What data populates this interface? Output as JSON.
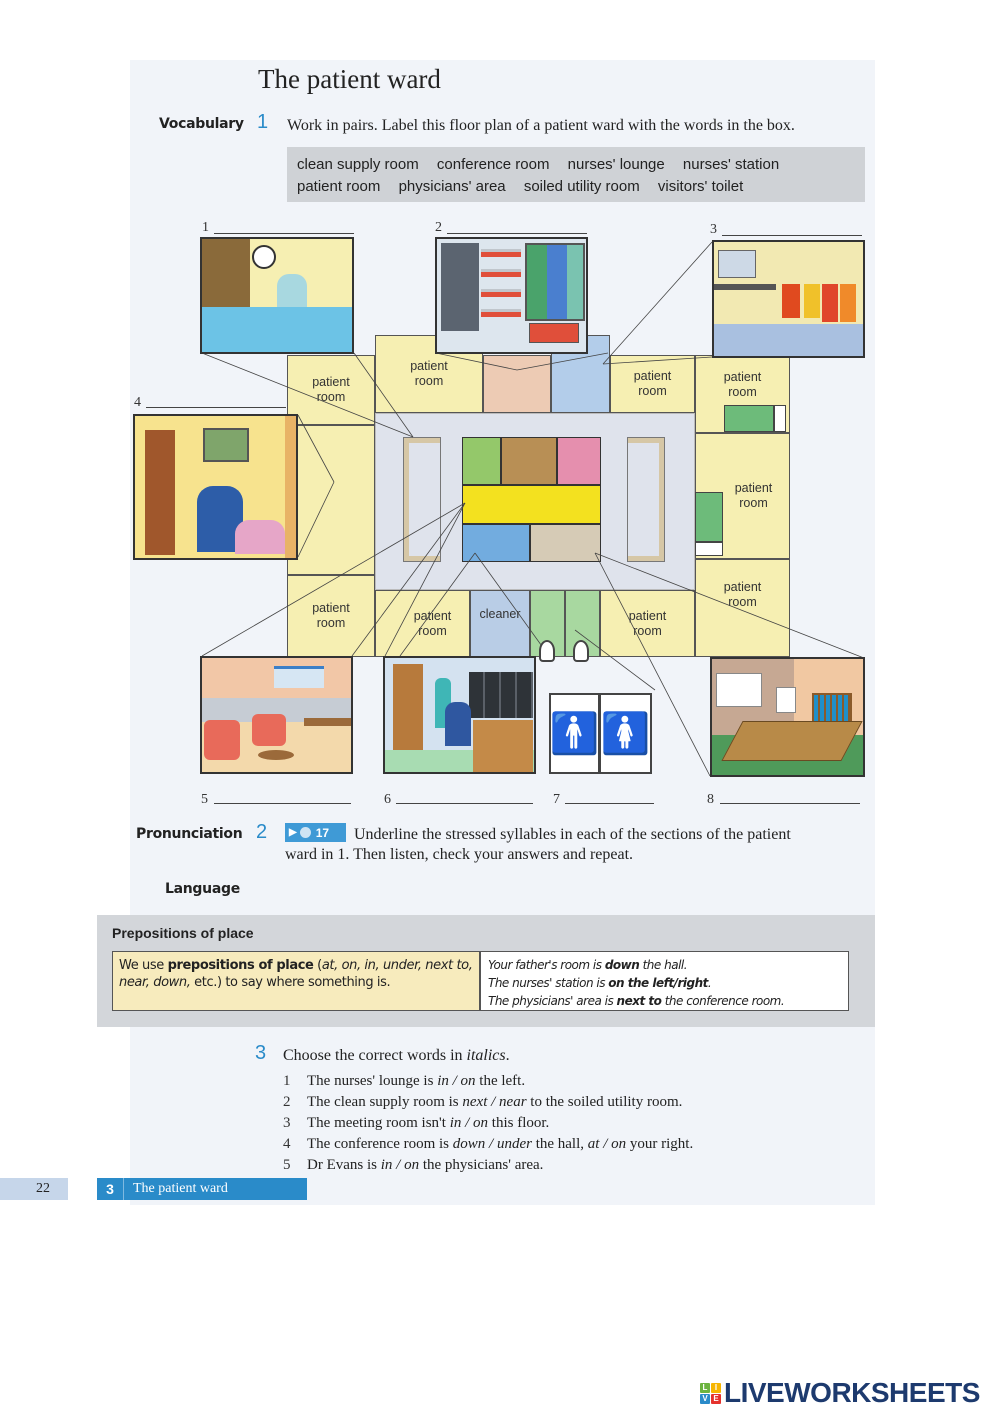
{
  "page": {
    "title": "The patient ward",
    "page_number": "22",
    "unit_number": "3",
    "unit_title": "The patient ward"
  },
  "exercise1": {
    "section": "Vocabulary",
    "number": "1",
    "instruction": "Work in pairs. Label this floor plan of a patient ward with the words in the box.",
    "word_box": [
      "clean supply room",
      "conference room",
      "nurses' lounge",
      "nurses' station",
      "patient room",
      "physicians' area",
      "soiled utility room",
      "visitors' toilet"
    ],
    "picture_labels": [
      "1",
      "2",
      "3",
      "4",
      "5",
      "6",
      "7",
      "8"
    ],
    "floor_plan": {
      "room_label": "patient room",
      "cleaner_label": "cleaner",
      "colors": {
        "patient_room": "#f6efb2",
        "corridor": "#dfe3ec",
        "green": "#94c86a",
        "brown": "#b88f55",
        "pink": "#e58fae",
        "yellow": "#f3e11f",
        "blue": "#72acdf",
        "beige": "#d6cbb6",
        "peach": "#edcbb4",
        "toilet_green": "#a8d8a0",
        "cleaner_blue": "#b9cde6",
        "bed_green": "#6dbb7a",
        "bracket": "#d6c7a6"
      }
    },
    "pictures": {
      "p1": "nurses' station illustration",
      "p2": "supply shelves illustration",
      "p3": "soiled utility illustration",
      "p4": "patient room illustration",
      "p5": "lounge illustration",
      "p6": "physicians' area illustration",
      "p7": "toilet signs illustration",
      "p8": "conference room illustration"
    }
  },
  "exercise2": {
    "section": "Pronunciation",
    "number": "2",
    "audio_track": "17",
    "instruction_line1": "Underline the stressed syllables in each of the sections of the patient",
    "instruction_line2": "ward in 1. Then listen, check your answers and repeat."
  },
  "language": {
    "section": "Language",
    "box_title": "Prepositions of place",
    "rule_pre": "We use ",
    "rule_bold": "prepositions of place",
    "rule_post1": " (",
    "rule_examples": "at, on, in, under, next to, near, down,",
    "rule_post2": " etc.) to say where something is.",
    "examples": [
      {
        "pre": "Your father's room is ",
        "bold": "down",
        "post": " the hall."
      },
      {
        "pre": "The nurses' station is ",
        "bold": "on the left/right",
        "post": "."
      },
      {
        "pre": "The physicians' area is ",
        "bold": "next to",
        "post": " the conference room."
      }
    ]
  },
  "exercise3": {
    "number": "3",
    "instruction_pre": "Choose the correct words in ",
    "instruction_italic": "italics",
    "instruction_post": ".",
    "items": [
      {
        "n": "1",
        "pre": "The nurses' lounge is ",
        "opt": "in / on",
        "post": " the left.",
        "opt2": "",
        "post2": ""
      },
      {
        "n": "2",
        "pre": "The clean supply room is ",
        "opt": "next / near",
        "post": " to the soiled utility room.",
        "opt2": "",
        "post2": ""
      },
      {
        "n": "3",
        "pre": "The meeting room isn't ",
        "opt": "in / on",
        "post": " this floor.",
        "opt2": "",
        "post2": ""
      },
      {
        "n": "4",
        "pre": "The conference room is ",
        "opt": "down / under",
        "post": " the hall, ",
        "opt2": "at / on",
        "post2": " your right."
      },
      {
        "n": "5",
        "pre": "Dr Evans is ",
        "opt": "in / on",
        "post": " the physicians' area.",
        "opt2": "",
        "post2": ""
      }
    ]
  },
  "branding": {
    "logo_text": "LIVEWORKSHEETS",
    "logo_tiles": [
      "L",
      "I",
      "V",
      "E"
    ],
    "logo_tile_colors": [
      "#6cb33f",
      "#f7b500",
      "#2a8bc9",
      "#e5322d"
    ]
  }
}
